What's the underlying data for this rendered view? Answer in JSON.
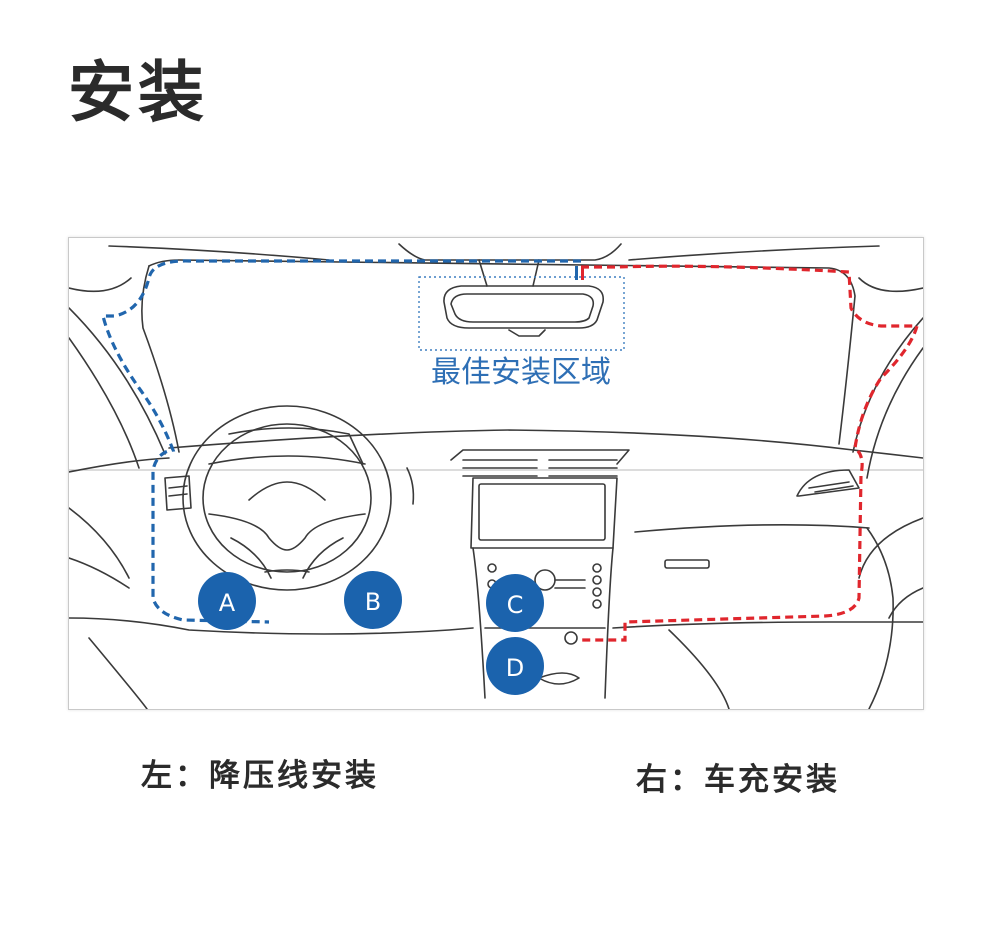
{
  "page_title": "安装",
  "diagram": {
    "zone_label": "最佳安装区域",
    "points": [
      {
        "label": "A",
        "name": "point-a-marker"
      },
      {
        "label": "B",
        "name": "point-b-marker"
      },
      {
        "label": "C",
        "name": "point-c-marker"
      },
      {
        "label": "D",
        "name": "point-d-marker"
      }
    ],
    "colors": {
      "left_route": "#2166ad",
      "right_route": "#e0262d",
      "marker_fill": "#1b63ad",
      "zone_border": "#3f7fc0",
      "line_art": "#3a3a3a"
    }
  },
  "captions": {
    "left": "左：降压线安装",
    "right": "右：车充安装"
  }
}
